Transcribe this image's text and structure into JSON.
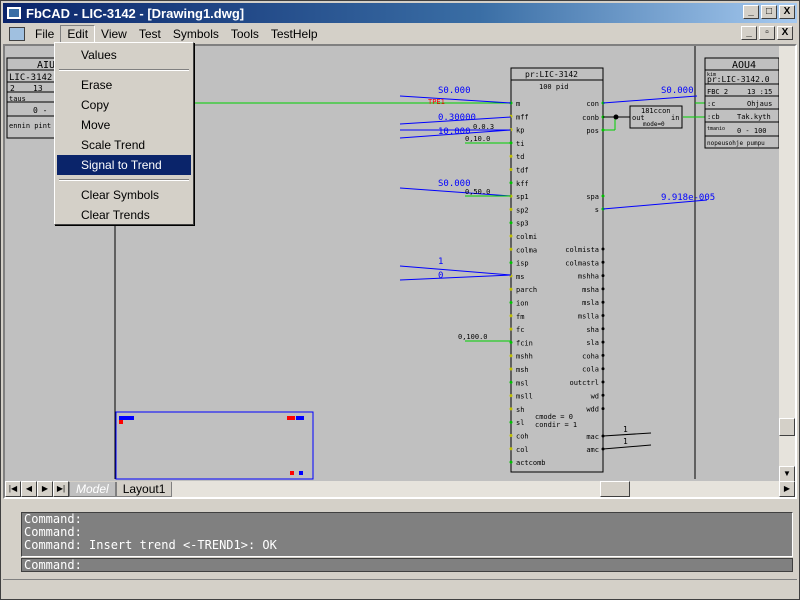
{
  "window": {
    "title": "FbCAD - LIC-3142 - [Drawing1.dwg]"
  },
  "titlebar_buttons": [
    "_",
    "□",
    "X"
  ],
  "mdi_buttons": [
    "_",
    "▫",
    "X"
  ],
  "menu": [
    "File",
    "Edit",
    "View",
    "Test",
    "Symbols",
    "Tools",
    "TestHelp"
  ],
  "edit_menu": {
    "group1": [
      "Values"
    ],
    "group2": [
      "Erase",
      "Copy",
      "Move",
      "Scale Trend",
      "Signal to Trend"
    ],
    "group3": [
      "Clear Symbols",
      "Clear Trends"
    ],
    "highlighted": "Signal to Trend"
  },
  "tabs": [
    "Model",
    "Layout1"
  ],
  "command": {
    "history": [
      "Command:",
      "Command:",
      "Command:  Insert trend <-TREND1>: OK"
    ],
    "prompt": "Command:"
  },
  "drawing": {
    "left_block": {
      "title": "AIU",
      "name": "LIC-3142",
      "r1a": "2",
      "r1b": "13",
      "tag": "taus",
      "range": "0 -",
      "desc": "ennin pint"
    },
    "pid_block": {
      "header": "pr:LIC-3142",
      "subheader": "100 pid",
      "inputs": [
        "m",
        "mff",
        "kp",
        "ti",
        "td",
        "tdf",
        "kff",
        "sp1",
        "sp2",
        "sp3",
        "colmi",
        "colma",
        "isp",
        "ms",
        "parch",
        "ion",
        "fm",
        "fc",
        "fcin",
        "mshh",
        "msh",
        "msl",
        "msll",
        "sh",
        "sl",
        "coh",
        "col",
        "actcomb"
      ],
      "outputs": [
        "con",
        "conb",
        "pos",
        "spa",
        "s",
        "colmista",
        "colmasta",
        "mshha",
        "msha",
        "msla",
        "mslla",
        "sha",
        "sla",
        "coha",
        "cola",
        "outctrl",
        "wd",
        "wdd",
        "mac",
        "amc"
      ],
      "note1": "cmode = 0",
      "note2": "condir = 1"
    },
    "input_values": {
      "m": "S0.000",
      "tpe": "TPE1",
      "mff": "0.30000",
      "kp_small": "0.0.3",
      "kp": "10.000",
      "ti": "0,10.0",
      "sp1_top": "S0.000",
      "sp1": "0,50.0",
      "ms_top": "1",
      "ms": "0",
      "fcin": "0,100.0"
    },
    "output_values": {
      "con": "S0.000",
      "s": "9.918e-005",
      "mac": "1",
      "amc": "1"
    },
    "mid_block": {
      "line1": "181ccon",
      "out": "out",
      "in": "in",
      "mode": "mode=0"
    },
    "right_block": {
      "title": "AOU4",
      "sub": "kim",
      "name": "pr:LIC-3142.0",
      "row_a": "FBC 2",
      "row_b": "13 :15",
      "c_label": ":c",
      "c_val": "Ohjaus",
      "cb_label": ":cb",
      "cb_val": "Tak.kyth",
      "range_label": "tmanio",
      "range": "0 - 100",
      "desc": "nopeusohje pumpu"
    }
  }
}
